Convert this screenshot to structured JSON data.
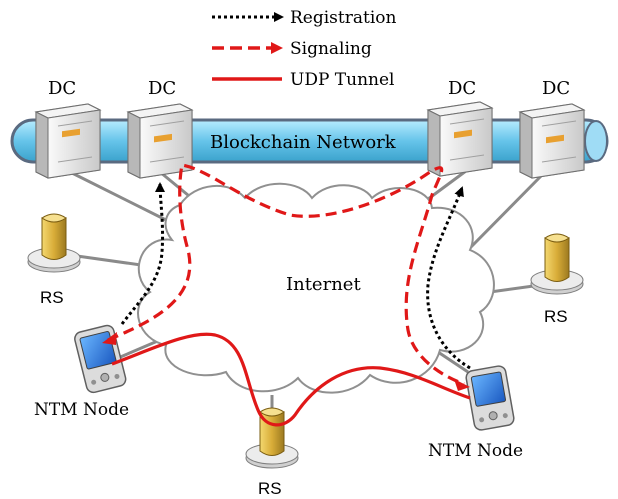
{
  "legend": {
    "registration": "Registration",
    "signaling": "Signaling",
    "udp_tunnel": "UDP Tunnel"
  },
  "labels": {
    "dc": "DC",
    "blockchain": "Blockchain Network",
    "internet": "Internet",
    "rs": "RS",
    "ntm_node": "NTM Node"
  },
  "colors": {
    "blockchain_fill": "#7fd0f0",
    "blockchain_stroke": "#5a6a80",
    "signaling": "#e01818",
    "udp_tunnel": "#e01818",
    "registration": "#000000",
    "cloud_stroke": "#909090",
    "link": "#8a8a8a",
    "rs_gold": "#c8a030",
    "server_body": "#e8e8e8"
  },
  "icons": [
    "dc-server-icon",
    "relay-server-icon",
    "pda-device-icon",
    "cloud-icon"
  ]
}
